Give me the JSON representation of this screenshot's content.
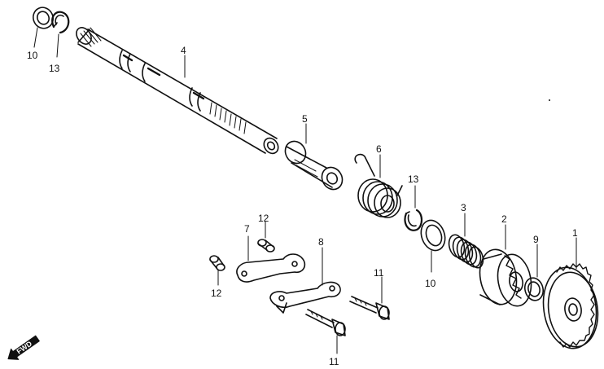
{
  "diagram": {
    "ink_color": "#111111",
    "background": "#ffffff",
    "direction_label": "FWD",
    "direction_icon": "fwd-arrow-icon",
    "parts": [
      {
        "id": "kick-starter-spindle",
        "number": "4"
      },
      {
        "id": "spindle-collar",
        "number": "5"
      },
      {
        "id": "return-spring",
        "number": "6"
      },
      {
        "id": "circlip-upper",
        "number": "13"
      },
      {
        "id": "circlip-lower",
        "number": "13"
      },
      {
        "id": "washer-upper",
        "number": "10"
      },
      {
        "id": "washer-lower",
        "number": "10"
      },
      {
        "id": "ratchet-spring",
        "number": "3"
      },
      {
        "id": "ratchet",
        "number": "2"
      },
      {
        "id": "thrust-washer",
        "number": "9"
      },
      {
        "id": "idle-gear",
        "number": "1"
      },
      {
        "id": "stopper-arm",
        "number": "7"
      },
      {
        "id": "dowel-pin-upper",
        "number": "12"
      },
      {
        "id": "dowel-pin-lower",
        "number": "12"
      },
      {
        "id": "stopper-plate",
        "number": "8"
      },
      {
        "id": "bolt-upper",
        "number": "11"
      },
      {
        "id": "bolt-lower",
        "number": "11"
      }
    ]
  }
}
